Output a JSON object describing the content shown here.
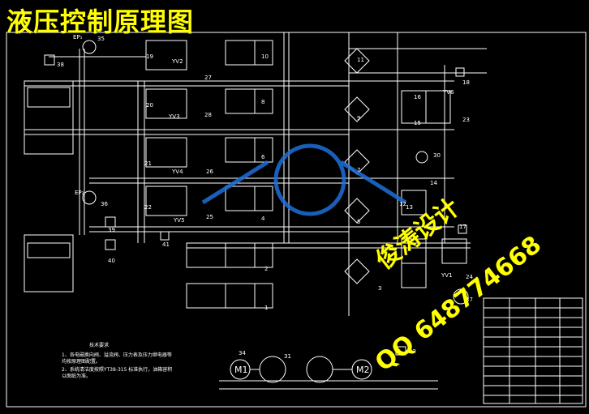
{
  "title": "液压控制原理图",
  "watermark": {
    "name": "俊涛设计",
    "qq_prefix": "QQ",
    "qq_number": "648774668"
  },
  "labels": {
    "pressure_gauge_top": "EP₁",
    "pressure_gauge_mid": "EP₂",
    "motor1": "M1",
    "motor2": "M2"
  },
  "component_numbers": [
    "35",
    "38",
    "19",
    "20",
    "21",
    "22",
    "36",
    "39",
    "40",
    "41",
    "10",
    "8",
    "6",
    "4",
    "2",
    "1",
    "11",
    "9",
    "7",
    "5",
    "3",
    "18",
    "16",
    "15",
    "23",
    "30",
    "14",
    "13",
    "17",
    "24",
    "37",
    "34",
    "32",
    "31",
    "27",
    "28",
    "26",
    "25",
    "12"
  ],
  "valve_codes": [
    "YV2",
    "YV3",
    "YV4",
    "YV5",
    "YV6",
    "YV1"
  ],
  "notes": [
    "技术要求",
    "1、各电磁换向阀、溢流阀、压力表及压力继电器等",
    "   均按原理图配置。",
    "2、系统清洁度按照YT38-315 标准执行，油箱容积",
    "   以图纸为准。"
  ],
  "colors": {
    "background": "#000000",
    "title": "#ffff00",
    "lines": "#ffffff",
    "watermark_logo": "#1e90ff"
  }
}
